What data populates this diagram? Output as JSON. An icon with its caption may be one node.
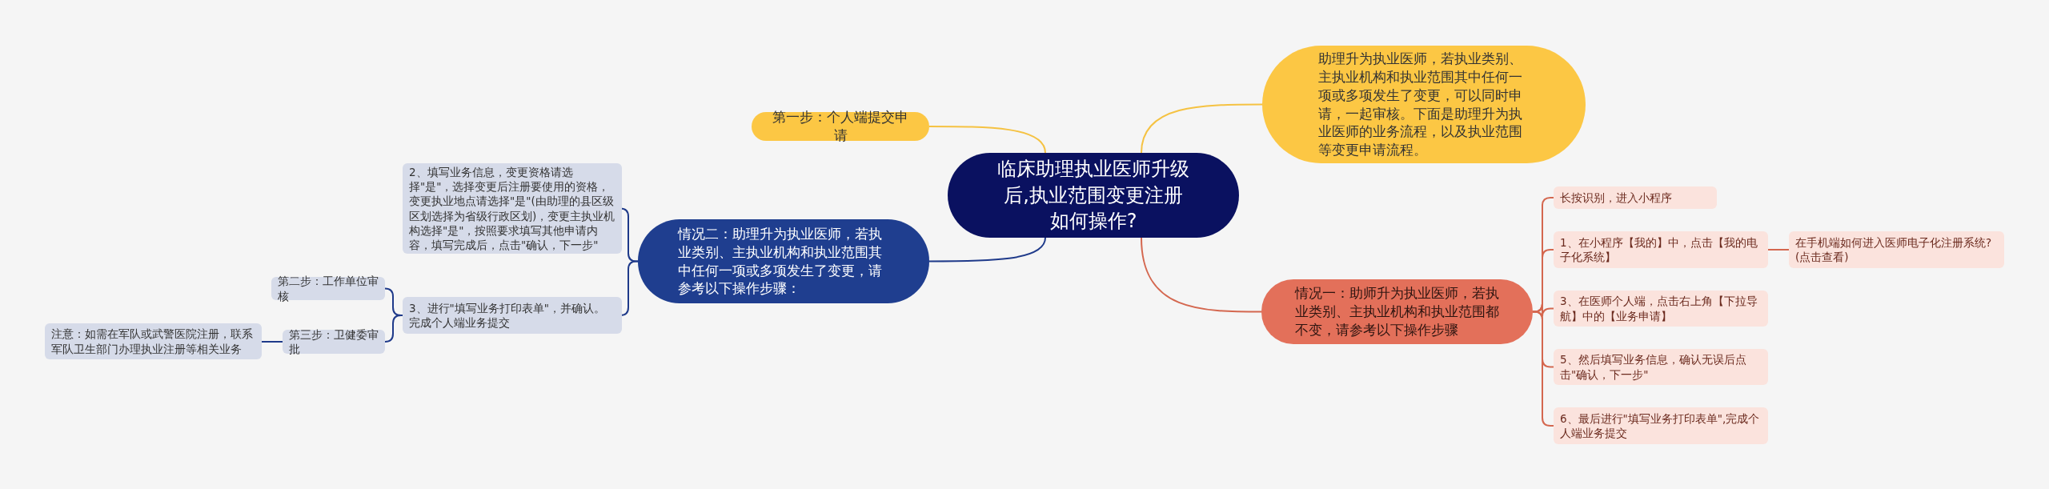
{
  "diagram": {
    "nodes": [
      {
        "text": [
          "临床助理执业医师升级后,执业范围变更注册如何操作?"
        ]
      },
      {
        "text": [
          "第一步：个人端提交申请"
        ]
      },
      {
        "text": [
          "助理升为执业医师，若执业类别、主执业机构和执业范围其中任何一项或多项发生了变更，可以同时申请，一起审核。下面是助理升为执业医师的业务流程，以及执业范围等变更申请流程。"
        ]
      },
      {
        "text": [
          "情况二：助理升为执业医师，若执业类别、主执业机构和执业范围其中任何一项或多项发生了变更，请参考以下操作步骤："
        ]
      },
      {
        "text": [
          "2、填写业务信息，变更资格请选择\"是\"，选择变更后注册要使用的资格，变更执业地点请选择\"是\"(由助理的县区级区划选择为省级行政区划)，变更主执业机构选择\"是\"，按照要求填写其他申请内容，填写完成后，点击\"确认，下一步\""
        ]
      },
      {
        "text": [
          "3、进行\"填写业务打印表单\"，并确认。完成个人端业务提交"
        ]
      },
      {
        "text": [
          "第二步：工作单位审核"
        ]
      },
      {
        "text": [
          "第三步：卫健委审批"
        ]
      },
      {
        "text": [
          "注意：如需在军队或武警医院注册，联系军队卫生部门办理执业注册等相关业务"
        ]
      },
      {
        "text": [
          "情况一：助师升为执业医师，若执业类别、主执业机构和执业范围都不变，请参考以下操作步骤"
        ]
      },
      {
        "text": [
          "长按识别，进入小程序"
        ]
      },
      {
        "text": [
          "1、在小程序【我的】中，点击【我的电子化系统】"
        ]
      },
      {
        "text": [
          "在手机端如何进入医师电子化注册系统?(点击查看)"
        ]
      },
      {
        "text": [
          "3、在医师个人端，点击右上角【下拉导航】中的【业务申请】"
        ]
      },
      {
        "text": [
          "5、然后填写业务信息，确认无误后点击\"确认，下一步\""
        ]
      },
      {
        "text": [
          "6、最后进行\"填写业务打印表单\",完成个人端业务提交"
        ]
      }
    ],
    "edges": [
      {
        "from": 0,
        "to": 1,
        "arrow": "none",
        "color": "#f5c242"
      },
      {
        "from": 0,
        "to": 2,
        "arrow": "none",
        "color": "#f5c242"
      },
      {
        "from": 0,
        "to": 3,
        "arrow": "none",
        "color": "#1f3a8a"
      },
      {
        "from": 0,
        "to": 9,
        "arrow": "none",
        "color": "#d4674f"
      },
      {
        "from": 3,
        "to": 4,
        "arrow": "none",
        "color": "#1f3a8a"
      },
      {
        "from": 3,
        "to": 5,
        "arrow": "none",
        "color": "#1f3a8a"
      },
      {
        "from": 5,
        "to": 6,
        "arrow": "none",
        "color": "#1f3a8a"
      },
      {
        "from": 5,
        "to": 7,
        "arrow": "none",
        "color": "#1f3a8a"
      },
      {
        "from": 7,
        "to": 8,
        "arrow": "none",
        "color": "#1f3a8a"
      },
      {
        "from": 9,
        "to": 10,
        "arrow": "none",
        "color": "#d4674f"
      },
      {
        "from": 9,
        "to": 11,
        "arrow": "none",
        "color": "#d4674f"
      },
      {
        "from": 9,
        "to": 13,
        "arrow": "none",
        "color": "#d4674f"
      },
      {
        "from": 9,
        "to": 14,
        "arrow": "none",
        "color": "#d4674f"
      },
      {
        "from": 9,
        "to": 15,
        "arrow": "none",
        "color": "#d4674f"
      },
      {
        "from": 11,
        "to": 12,
        "arrow": "none",
        "color": "#d4674f"
      }
    ]
  }
}
